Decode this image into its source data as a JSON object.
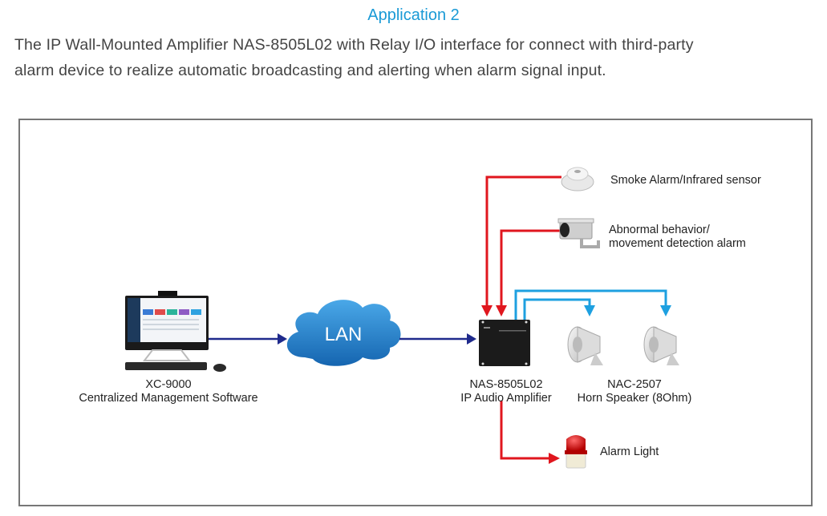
{
  "header": {
    "title": "Application 2",
    "description_line1": "The IP Wall-Mounted Amplifier NAS-8505L02 with Relay I/O interface for connect with third-party",
    "description_line2": "alarm device to realize automatic broadcasting and alerting when alarm signal input."
  },
  "nodes": {
    "software": {
      "model": "XC-9000",
      "name": "Centralized Management Software",
      "icon": "computer-icon"
    },
    "lan": {
      "label": "LAN",
      "icon": "cloud-icon"
    },
    "amplifier": {
      "model": "NAS-8505L02",
      "name": "IP Audio Amplifier",
      "icon": "amplifier-icon"
    },
    "speaker": {
      "model": "NAC-2507",
      "name": "Horn Speaker (8Ohm)",
      "icon": "horn-speaker-icon"
    },
    "smoke": {
      "label": "Smoke Alarm/Infrared sensor",
      "icon": "smoke-detector-icon"
    },
    "camera": {
      "line1": "Abnormal behavior/",
      "line2": "movement detection alarm",
      "icon": "camera-icon"
    },
    "alarm_light": {
      "label": "Alarm Light",
      "icon": "alarm-light-icon"
    }
  },
  "colors": {
    "title": "#1a9ad6",
    "network_line": "#1f2a8c",
    "alarm_input_line": "#e0161e",
    "audio_output_line": "#1ea0e0",
    "cloud": "#1e7fc8"
  }
}
